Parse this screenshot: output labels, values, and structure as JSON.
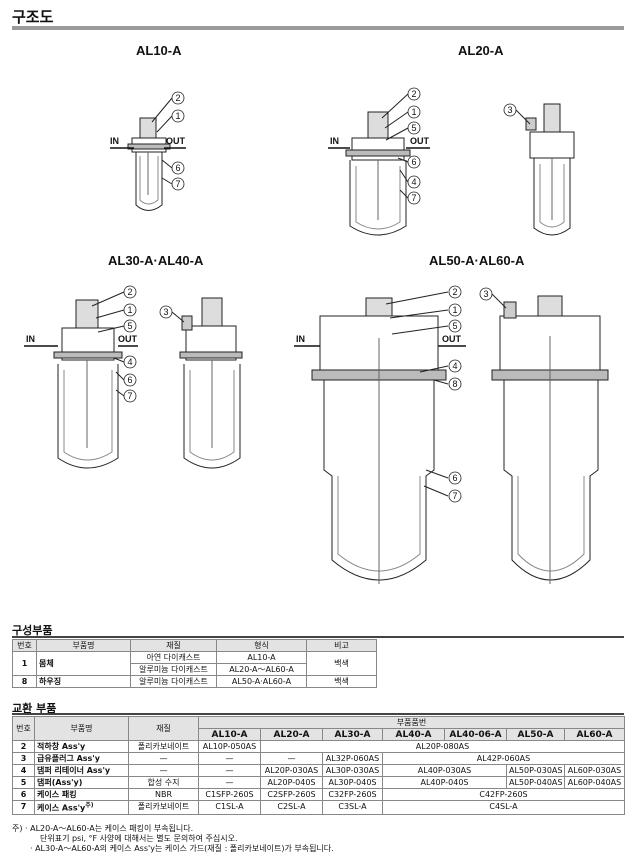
{
  "header": {
    "title": "구조도"
  },
  "models": {
    "al10": "AL10-A",
    "al20": "AL20-A",
    "al30_40": "AL30-A·AL40-A",
    "al50_60": "AL50-A·AL60-A"
  },
  "ports": {
    "in": "IN",
    "out": "OUT"
  },
  "callouts": {
    "c1": "1",
    "c2": "2",
    "c3": "3",
    "c4": "4",
    "c5": "5",
    "c6": "6",
    "c7": "7",
    "c8": "8"
  },
  "parts_table": {
    "title": "구성부품",
    "headers": [
      "번호",
      "부품명",
      "재질",
      "형식",
      "비고"
    ],
    "rows": [
      {
        "no": "1",
        "name": "몸체",
        "materials": [
          "아연 다이캐스트",
          "알루미늄 다이캐스트"
        ],
        "types": [
          "AL10-A",
          "AL20-A～AL60-A"
        ],
        "note": "백색"
      },
      {
        "no": "8",
        "name": "하우징",
        "materials": [
          "알루미늄 다이캐스트"
        ],
        "types": [
          "AL50-A·AL60-A"
        ],
        "note": "백색"
      }
    ]
  },
  "replace_table": {
    "title": "교환 부품",
    "headers": {
      "no": "번호",
      "name": "부품명",
      "material": "재질",
      "part_no": "부품품번"
    },
    "models": [
      "AL10-A",
      "AL20-A",
      "AL30-A",
      "AL40-A",
      "AL40-06-A",
      "AL50-A",
      "AL60-A"
    ],
    "rows": [
      {
        "no": "2",
        "name": "적하창 Ass'y",
        "material": "폴리카보네이트",
        "c1": "AL10P-050AS",
        "c2": "AL20P-080AS"
      },
      {
        "no": "3",
        "name": "급유플러그 Ass'y",
        "material": "—",
        "c1": "—",
        "c2": "—",
        "c3": "AL32P-060AS",
        "c4": "AL42P-060AS"
      },
      {
        "no": "4",
        "name": "댐퍼 리테이너 Ass'y",
        "material": "—",
        "c1": "—",
        "c2": "AL20P-030AS",
        "c3": "AL30P-030AS",
        "c4": "AL40P-030AS",
        "c5": "AL50P-030AS",
        "c6": "AL60P-030AS"
      },
      {
        "no": "5",
        "name": "댐퍼(Ass'y)",
        "material": "합성 수지",
        "c1": "—",
        "c2": "AL20P-040S",
        "c3": "AL30P-040S",
        "c4": "AL40P-040S",
        "c5": "AL50P-040AS",
        "c6": "AL60P-040AS"
      },
      {
        "no": "6",
        "name": "케이스 패킹",
        "material": "NBR",
        "c1": "C1SFP-260S",
        "c2": "C2SFP-260S",
        "c3": "C32FP-260S",
        "c4": "C42FP-260S"
      },
      {
        "no": "7",
        "name": "케이스 Ass'y",
        "name_sup": "주)",
        "material": "폴리카보네이트",
        "c1": "C1SL-A",
        "c2": "C2SL-A",
        "c3": "C3SL-A",
        "c4": "C4SL-A"
      }
    ]
  },
  "notes": [
    "주) · AL20-A～AL60-A는 케이스 패킹이 부속됩니다.",
    "단위표기 psi, °F 사양에 대해서는 별도 문의하여 주십시오.",
    "· AL30-A～AL60-A의 케이스 Ass'y는 케이스 가드(재질 : 폴리카보네이트)가 부속됩니다."
  ]
}
